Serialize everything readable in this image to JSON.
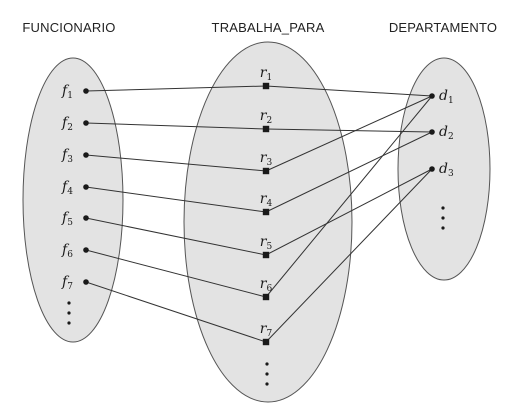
{
  "sets": {
    "funcionario": {
      "title": "FUNCIONARIO",
      "elements": [
        {
          "base": "f",
          "sub": "1"
        },
        {
          "base": "f",
          "sub": "2"
        },
        {
          "base": "f",
          "sub": "3"
        },
        {
          "base": "f",
          "sub": "4"
        },
        {
          "base": "f",
          "sub": "5"
        },
        {
          "base": "f",
          "sub": "6"
        },
        {
          "base": "f",
          "sub": "7"
        }
      ]
    },
    "trabalha_para": {
      "title": "TRABALHA_PARA",
      "elements": [
        {
          "base": "r",
          "sub": "1"
        },
        {
          "base": "r",
          "sub": "2"
        },
        {
          "base": "r",
          "sub": "3"
        },
        {
          "base": "r",
          "sub": "4"
        },
        {
          "base": "r",
          "sub": "5"
        },
        {
          "base": "r",
          "sub": "6"
        },
        {
          "base": "r",
          "sub": "7"
        }
      ]
    },
    "departamento": {
      "title": "DEPARTAMENTO",
      "elements": [
        {
          "base": "d",
          "sub": "1"
        },
        {
          "base": "d",
          "sub": "2"
        },
        {
          "base": "d",
          "sub": "3"
        }
      ]
    }
  },
  "relationships": [
    {
      "employee": "f1",
      "instance": "r1",
      "department": "d1"
    },
    {
      "employee": "f2",
      "instance": "r2",
      "department": "d2"
    },
    {
      "employee": "f3",
      "instance": "r3",
      "department": "d1"
    },
    {
      "employee": "f4",
      "instance": "r4",
      "department": "d2"
    },
    {
      "employee": "f5",
      "instance": "r5",
      "department": "d3"
    },
    {
      "employee": "f6",
      "instance": "r6",
      "department": "d1"
    },
    {
      "employee": "f7",
      "instance": "r7",
      "department": "d3"
    }
  ]
}
